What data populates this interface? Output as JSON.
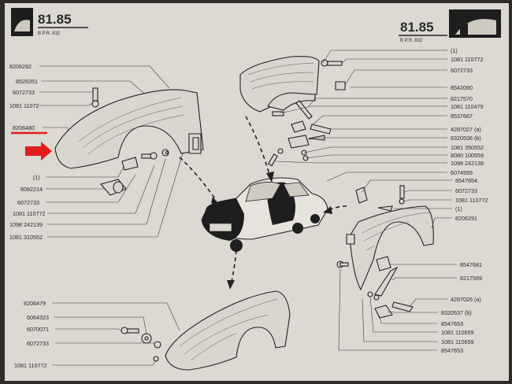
{
  "header": {
    "page_left": "81.85",
    "page_right": "81.85",
    "sub_left": "B   P.R. 832",
    "sub_right": "B   P.R. 832"
  },
  "colors": {
    "paper": "#dcd9d2",
    "ink": "#2a2a2a",
    "highlight": "#e21d1d"
  },
  "left_labels": [
    "8206292",
    "8528351",
    "6072733",
    "1081 11072",
    "8206480",
    "(1)",
    "6082214",
    "6072733",
    "1081 110772",
    "1098 242139",
    "1081 310552"
  ],
  "right_top_labels": [
    "(1)",
    "1081 110772",
    "6072733",
    "8542090",
    "8217570",
    "1081 110479",
    "8537667",
    "4287027 (a)",
    "8320536 (b)",
    "1081 350552",
    "8080 100559",
    "1098 242139",
    "6074999"
  ],
  "right_mid_labels": [
    "8547654",
    "6072733",
    "1081 110772",
    "(1)",
    "8206291",
    "8547681",
    "8217569"
  ],
  "right_bottom_labels": [
    "4287026 (a)",
    "8320537 (b)",
    "8547653",
    "1081 110659",
    "1081 110659",
    "8547653"
  ],
  "bottom_left_labels": [
    "8206479",
    "6064323",
    "6070071",
    "6072733",
    "1081 110772"
  ]
}
